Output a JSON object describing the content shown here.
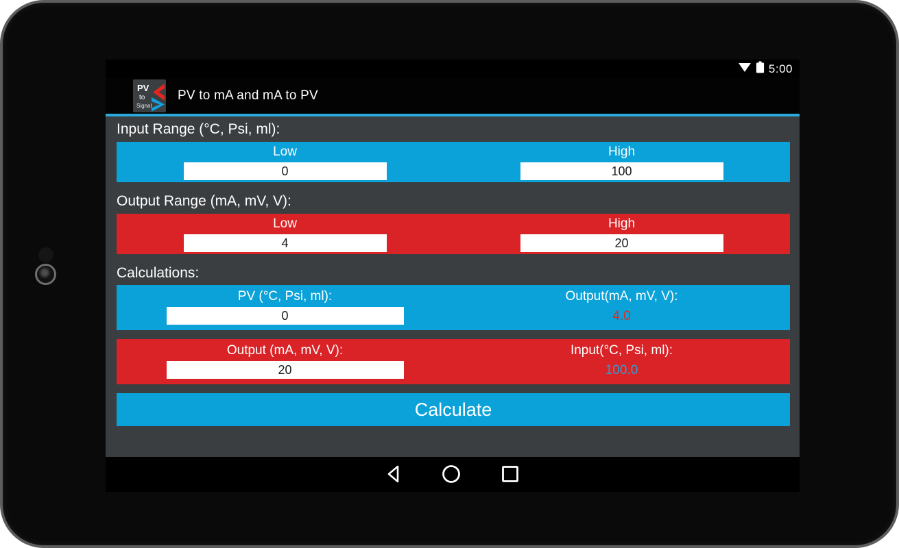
{
  "status_bar": {
    "time": "5:00",
    "icons": [
      "wifi-icon",
      "battery-icon"
    ]
  },
  "app_bar": {
    "title": "PV to mA and mA to PV",
    "logo": {
      "line1": "PV",
      "line2": "to",
      "line3": "Signal"
    }
  },
  "sections": {
    "input_range": {
      "heading": "Input Range (°C, Psi, ml):",
      "low_label": "Low",
      "low_value": "0",
      "high_label": "High",
      "high_value": "100"
    },
    "output_range": {
      "heading": "Output Range (mA, mV, V):",
      "low_label": "Low",
      "low_value": "4",
      "high_label": "High",
      "high_value": "20"
    },
    "calculations": {
      "heading": "Calculations:",
      "pv_label": "PV (°C, Psi, ml):",
      "pv_value": "0",
      "output_result_label": "Output(mA, mV, V):",
      "output_result_value": "4.0",
      "output_label": "Output (mA, mV, V):",
      "output_value": "20",
      "input_result_label": "Input(°C, Psi, ml):",
      "input_result_value": "100.0"
    }
  },
  "calculate_button_label": "Calculate",
  "nav_bar": {
    "buttons": [
      "back",
      "home",
      "recents"
    ]
  },
  "colors": {
    "blue": "#0aa2d8",
    "red": "#da2327",
    "content_background": "#3a3e41",
    "accent_line": "#2ba9dd",
    "result_red": "#e02a1f",
    "result_blue": "#2d9fd4",
    "logo_red": "#e3251f",
    "logo_blue": "#13a0dd"
  }
}
